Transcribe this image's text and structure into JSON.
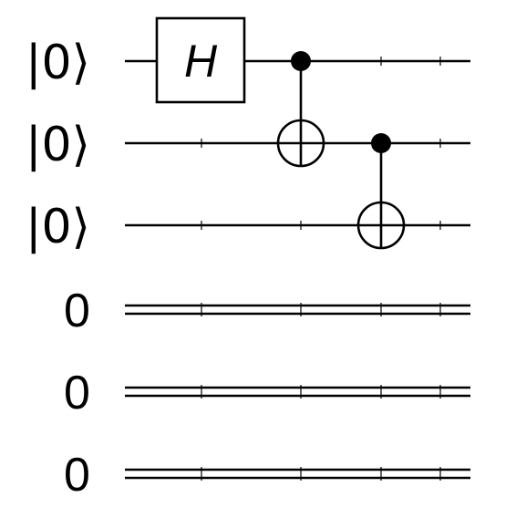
{
  "circuit": {
    "qubits": [
      {
        "label": "|0⟩"
      },
      {
        "label": "|0⟩"
      },
      {
        "label": "|0⟩"
      }
    ],
    "classical_bits": [
      {
        "label": "0"
      },
      {
        "label": "0"
      },
      {
        "label": "0"
      }
    ],
    "gates": [
      {
        "type": "H",
        "label": "H",
        "target": 0,
        "step": 0
      },
      {
        "type": "CNOT",
        "control": 0,
        "target": 1,
        "step": 1
      },
      {
        "type": "CNOT",
        "control": 1,
        "target": 2,
        "step": 2
      }
    ]
  }
}
